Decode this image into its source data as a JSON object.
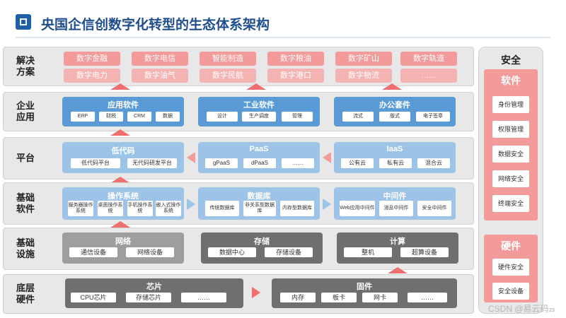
{
  "title": "央国企信创数字化转型的生态体系架构",
  "rows": {
    "solutions": [
      "解决",
      "方案"
    ],
    "enterprise": [
      "企业",
      "应用"
    ],
    "platform": [
      "平台"
    ],
    "base_software": [
      "基础",
      "软件"
    ],
    "base_facility": [
      "基础",
      "设施"
    ],
    "bottom_hardware": [
      "底层",
      "硬件"
    ]
  },
  "solutions": {
    "row1": [
      "数字金融",
      "数字电信",
      "智能制造",
      "数字粮油",
      "数字矿山",
      "数字轨道"
    ],
    "row2": [
      "数字电力",
      "数字油气",
      "数字民航",
      "数字港口",
      "数字物流",
      "……"
    ]
  },
  "enterprise": {
    "app": {
      "title": "应用软件",
      "items": [
        "ERP",
        "财税",
        "CRM",
        "数据"
      ]
    },
    "industrial": {
      "title": "工业软件",
      "items": [
        "设计",
        "生产调度",
        "管理"
      ]
    },
    "office": {
      "title": "办公套件",
      "items": [
        "流式",
        "版式",
        "电子签章"
      ]
    }
  },
  "platform": {
    "lowcode": {
      "title": "低代码",
      "items": [
        "低代码平台",
        "无代码研发平台"
      ]
    },
    "paas": {
      "title": "PaaS",
      "items": [
        "gPaaS",
        "dPaaS",
        "……"
      ]
    },
    "iaas": {
      "title": "IaaS",
      "items": [
        "公有云",
        "私有云",
        "混合云"
      ]
    }
  },
  "base_software": {
    "os": {
      "title": "操作系统",
      "items": [
        "服务器操作系统",
        "桌面操作系统",
        "手机操作系统",
        "嵌入式操作系统"
      ]
    },
    "db": {
      "title": "数据库",
      "items": [
        "传统数据库",
        "非关系型数据库",
        "内存型数据库"
      ]
    },
    "mw": {
      "title": "中间件",
      "items": [
        "Web应用中间件",
        "消息中间件",
        "安全中间件"
      ]
    }
  },
  "base_facility": {
    "network": {
      "title": "网络",
      "items": [
        "通信设备",
        "网络设备"
      ]
    },
    "storage": {
      "title": "存储",
      "items": [
        "数据中心",
        "存储设备"
      ]
    },
    "compute": {
      "title": "计算",
      "items": [
        "整机",
        "超算设备"
      ]
    }
  },
  "bottom_hardware": {
    "chip": {
      "title": "芯片",
      "items": [
        "CPU芯片",
        "存储芯片",
        "……"
      ]
    },
    "firmware": {
      "title": "固件",
      "items": [
        "内存",
        "板卡",
        "网卡",
        "……"
      ]
    }
  },
  "security": {
    "title": "安全",
    "software": {
      "title": "软件",
      "items": [
        "身份管理",
        "权限管理",
        "数据安全",
        "网络安全",
        "终端安全"
      ]
    },
    "hardware": {
      "title": "硬件",
      "items": [
        "硬件安全",
        "安全设备"
      ]
    }
  },
  "watermark": "CSDN @易云码",
  "page_number": "23",
  "colors": {
    "title_blue": "#1f4e8c",
    "module_blue": "#5b9bd5",
    "pink": "#f39a9a",
    "red_arrow": "#ef6f6f",
    "gray": "#9e9e9e",
    "dark_gray": "#6f6f6f"
  }
}
